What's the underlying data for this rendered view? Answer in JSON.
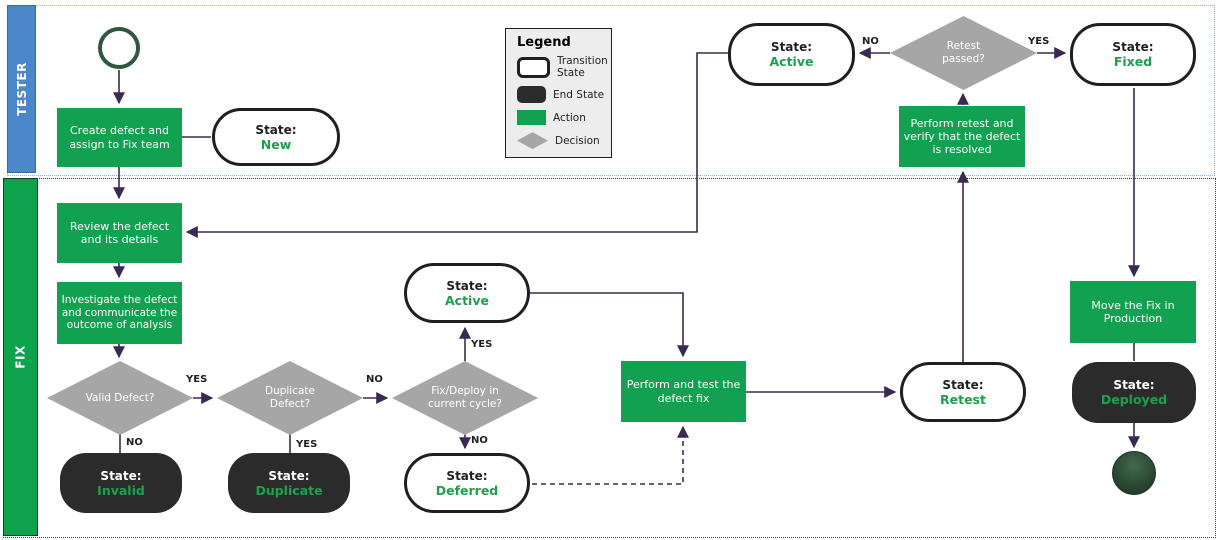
{
  "lanes": {
    "tester": {
      "label": "TESTER",
      "color": "#4a86c8"
    },
    "fix": {
      "label": "FIX",
      "color": "#0da24c"
    }
  },
  "legend": {
    "title": "Legend",
    "items": [
      {
        "key": "transition-state",
        "label": "Transition State"
      },
      {
        "key": "end-state",
        "label": "End State"
      },
      {
        "key": "action",
        "label": "Action"
      },
      {
        "key": "decision",
        "label": "Decision"
      }
    ]
  },
  "actions": {
    "create": "Create defect and assign to Fix team",
    "review": "Review the defect and its details",
    "investigate": "Investigate the defect and communicate the outcome of analysis",
    "perform_retest": "Perform retest and verify that the defect is resolved",
    "perform_fix": "Perform and test the defect fix",
    "move_production": "Move the Fix in Production"
  },
  "decisions": {
    "valid": "Valid Defect?",
    "duplicate": "Duplicate Defect?",
    "fix_deploy": "Fix/Deploy in current cycle?",
    "retest_passed": "Retest passed?"
  },
  "states": {
    "prefix": "State:",
    "new": "New",
    "active_top": "Active",
    "fixed": "Fixed",
    "active_mid": "Active",
    "invalid": "Invalid",
    "duplicate": "Duplicate",
    "deferred": "Deferred",
    "retest": "Retest",
    "deployed": "Deployed"
  },
  "edge_labels": {
    "yes": "YES",
    "no": "NO"
  },
  "colors": {
    "action_green": "#12a150",
    "end_state_dark": "#2b2b2b",
    "decision_gray": "#a6a6a6",
    "connector_purple": "#3a2a52",
    "state_name_green": "#1f9e4c",
    "tester_lane_blue": "#4a86c8",
    "fix_lane_green": "#0da24c"
  }
}
